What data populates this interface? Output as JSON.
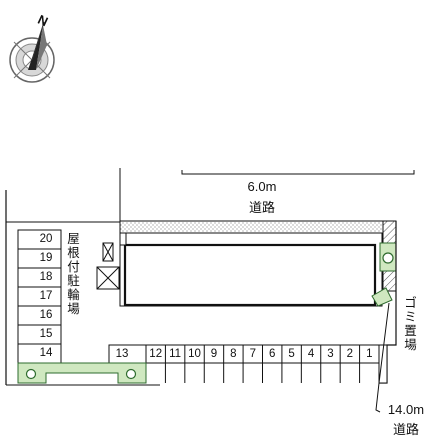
{
  "compass": {
    "label": "N",
    "icon": "compass-rose-icon"
  },
  "road_north": {
    "width": "6.0m",
    "name": "道路"
  },
  "road_east": {
    "width": "14.0m",
    "name": "道路"
  },
  "roofed_parking": {
    "label": "屋根付駐輪場"
  },
  "garbage": {
    "label": "ゴミ置場"
  },
  "parking_left": [
    "20",
    "19",
    "18",
    "17",
    "16",
    "15",
    "14"
  ],
  "parking_bottom": [
    "13",
    "12",
    "11",
    "10",
    "9",
    "8",
    "7",
    "6",
    "5",
    "4",
    "3",
    "2",
    "1"
  ],
  "colors": {
    "planting": "#cfe8c0",
    "planting_dark": "#2e6b2e",
    "line": "#111111"
  }
}
